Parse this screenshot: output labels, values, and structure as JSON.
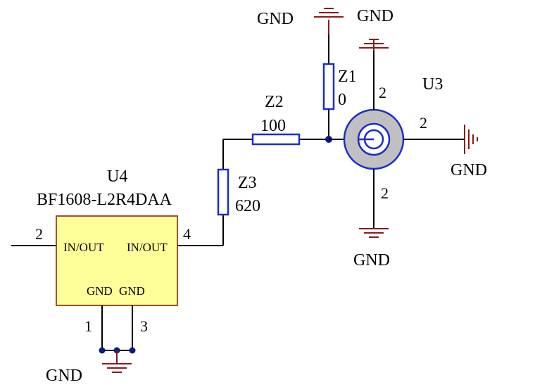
{
  "u4": {
    "designator": "U4",
    "part": "BF1608-L2R4DAA",
    "pin_in": "2",
    "pin_out": "4",
    "pin_gnd1": "1",
    "pin_gnd2": "3",
    "label_left": "IN/OUT",
    "label_right": "IN/OUT",
    "label_gnd1": "GND",
    "label_gnd2": "GND",
    "fill": "#ffff99",
    "stroke": "#a0522d"
  },
  "z1": {
    "designator": "Z1",
    "value": "0"
  },
  "z2": {
    "designator": "Z2",
    "value": "100"
  },
  "z3": {
    "designator": "Z3",
    "value": "620"
  },
  "u3": {
    "designator": "U3",
    "pin_top": "2",
    "pin_right": "2",
    "pin_bottom": "2",
    "body_fill": "#c0c0c0",
    "stroke": "#1a2ecc"
  },
  "gnd_labels": {
    "z1_top": "GND",
    "u3_top": "GND",
    "u3_right": "GND",
    "u3_bottom": "GND",
    "u4_bottom": "GND"
  },
  "colors": {
    "wire": "#000000",
    "ground": "#8b1a1a",
    "resistor": "#1a2ecc",
    "junction": "#0a1a8c"
  }
}
